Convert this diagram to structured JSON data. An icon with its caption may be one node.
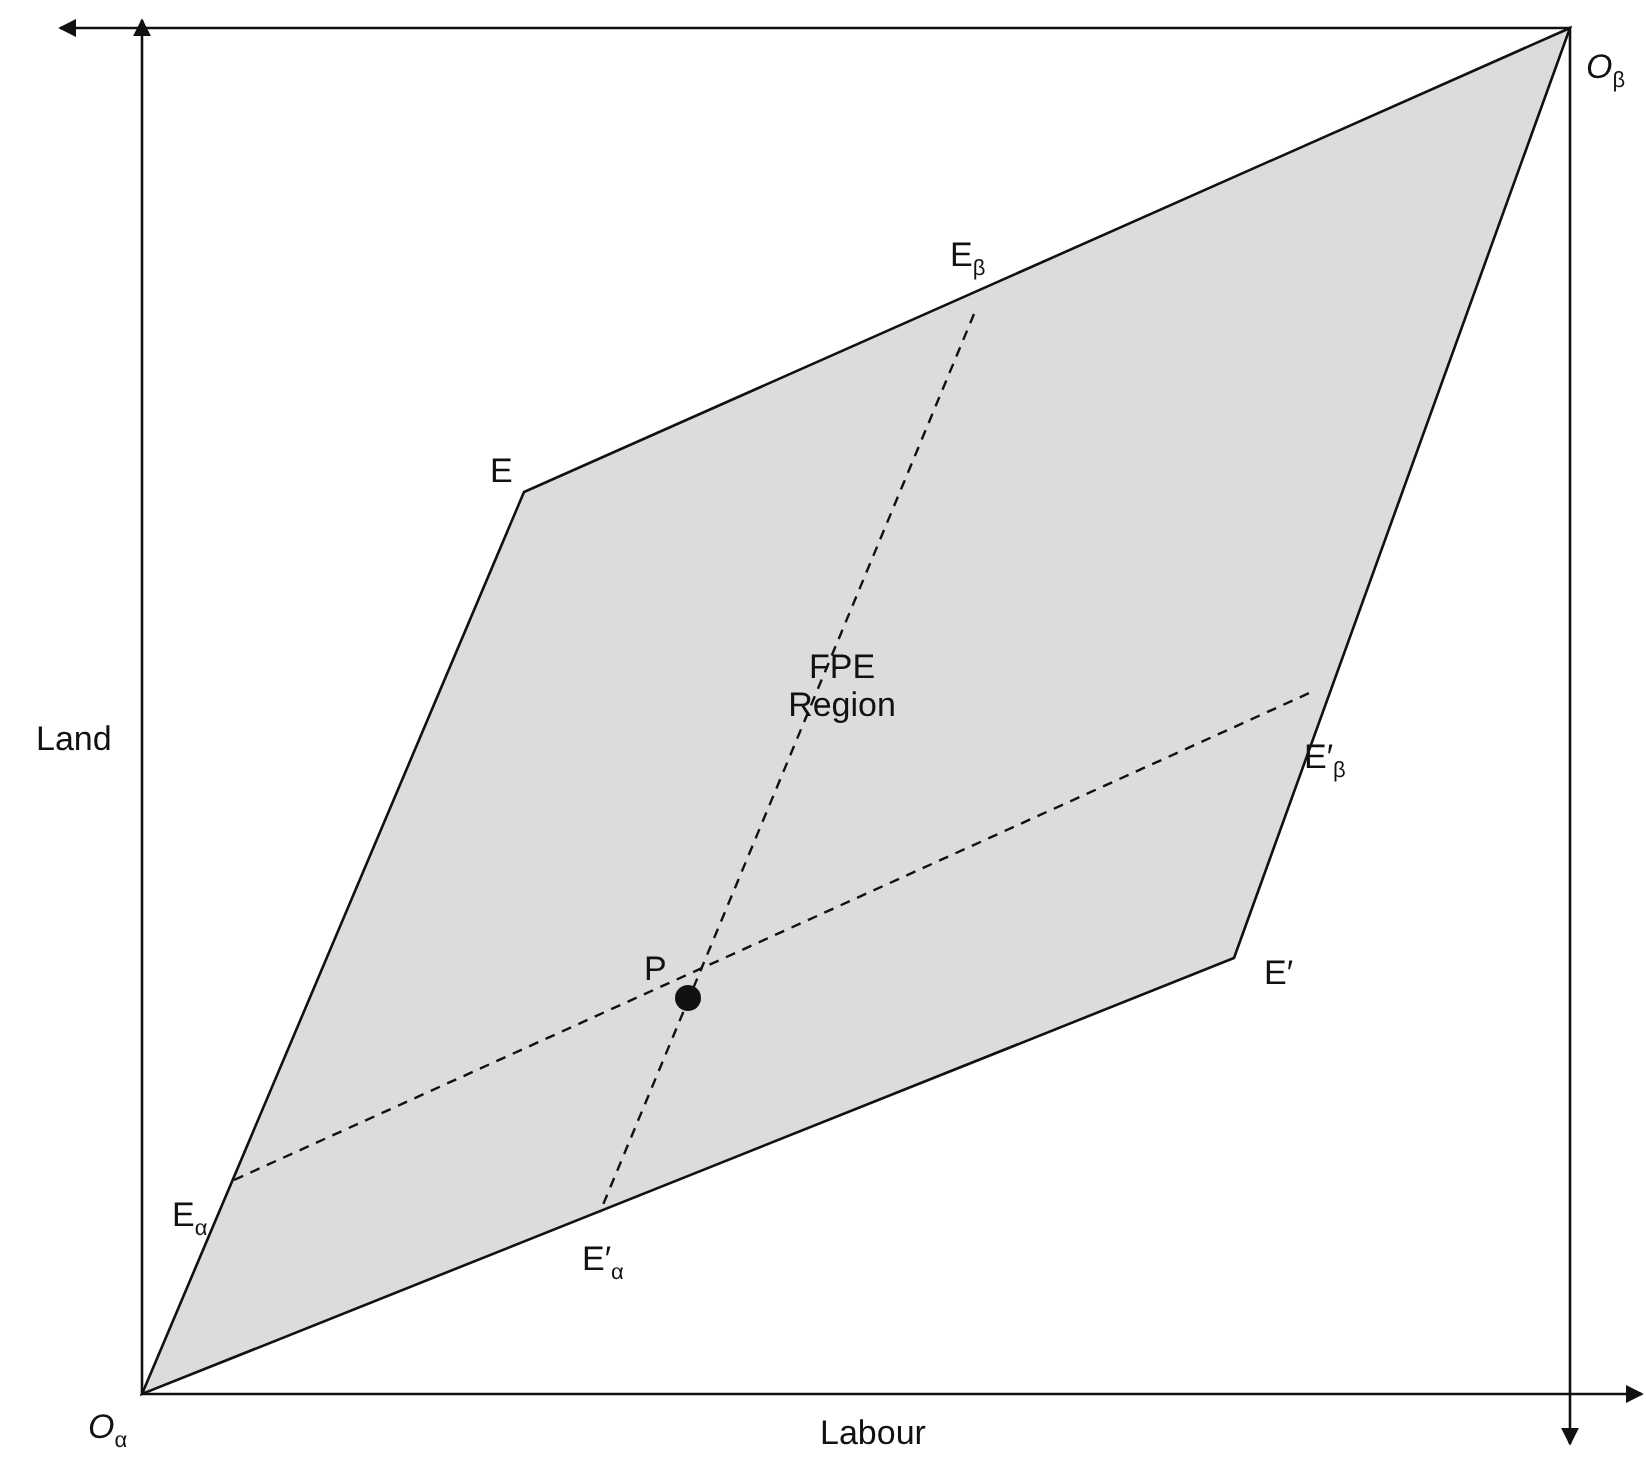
{
  "diagram": {
    "labels": [
      "*O*$_{β}$",
      "E$_{β}$",
      "E",
      "FPE Region",
      "Land",
      "E′$_{β}$",
      "P",
      "E′",
      "E$_{α}$",
      "E′$_{α}$",
      "*O*$_{α}$",
      "Labour"
    ]
  }
}
